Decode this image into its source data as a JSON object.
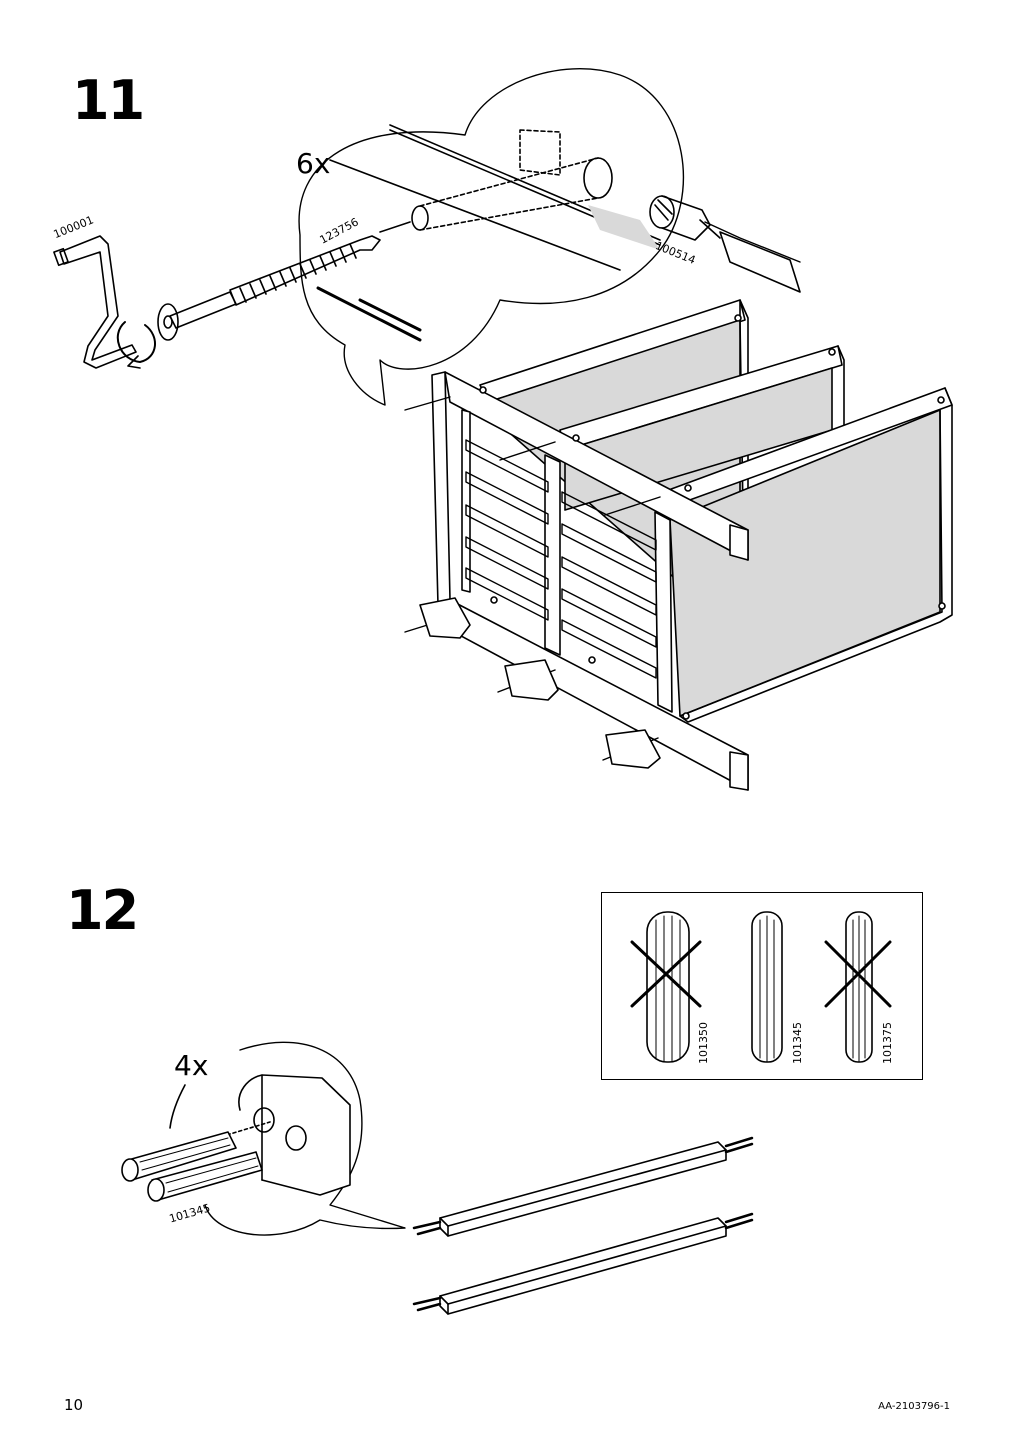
{
  "steps": [
    {
      "number": "11",
      "quantity": "6x",
      "parts": {
        "allen_key": "100001",
        "bolt": "123756",
        "barrel_nut": "100514"
      }
    },
    {
      "number": "12",
      "quantity": "4x",
      "dowel_part": "101345",
      "dowel_options": [
        {
          "code": "101350",
          "crossed_out": true
        },
        {
          "code": "101345",
          "crossed_out": false
        },
        {
          "code": "101375",
          "crossed_out": true
        }
      ]
    }
  ],
  "footer": {
    "page_number": "10",
    "document_code": "AA-2103796-1"
  }
}
